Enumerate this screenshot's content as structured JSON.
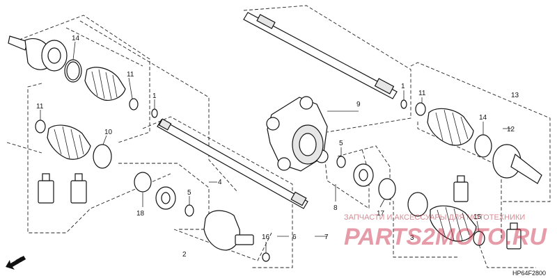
{
  "labels": [
    "14",
    "11",
    "1",
    "11",
    "10",
    "4",
    "5",
    "18",
    "2",
    "16",
    "6",
    "7",
    "9",
    "1",
    "5",
    "8",
    "17",
    "11",
    "13",
    "12",
    "14",
    "15",
    "3"
  ],
  "diagram_code": "HP64F2800",
  "direction_label": "FR.",
  "watermark": {
    "line1": "ЗАПЧАСТИ И АКСЕССУАРЫ ДЛЯ МОТОТЕХНИКИ",
    "line2": "PARTS2MOTO.RU"
  }
}
